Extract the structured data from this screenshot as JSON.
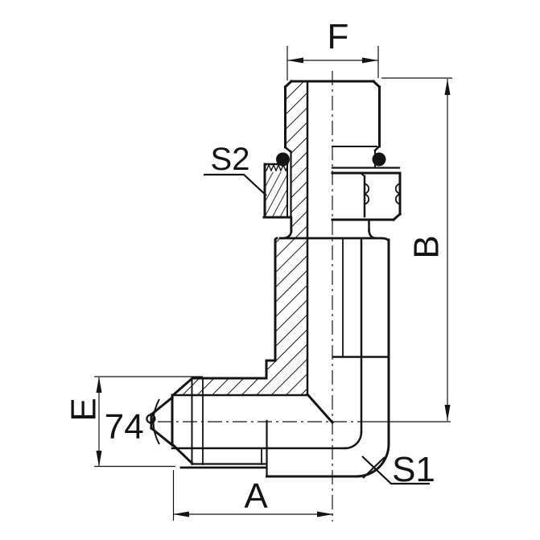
{
  "drawing": {
    "title": "90 degree adjustable stud elbow fitting - section drawing",
    "background_color": "#ffffff",
    "line_color": "#141414",
    "labels": {
      "dim_top_width": "F",
      "dim_right_height": "B",
      "dim_left_height": "E",
      "dim_bottom_length": "A",
      "flare_angle": "74°",
      "elbow_wrench_flats": "S1",
      "locknut_wrench_flats": "S2"
    }
  }
}
